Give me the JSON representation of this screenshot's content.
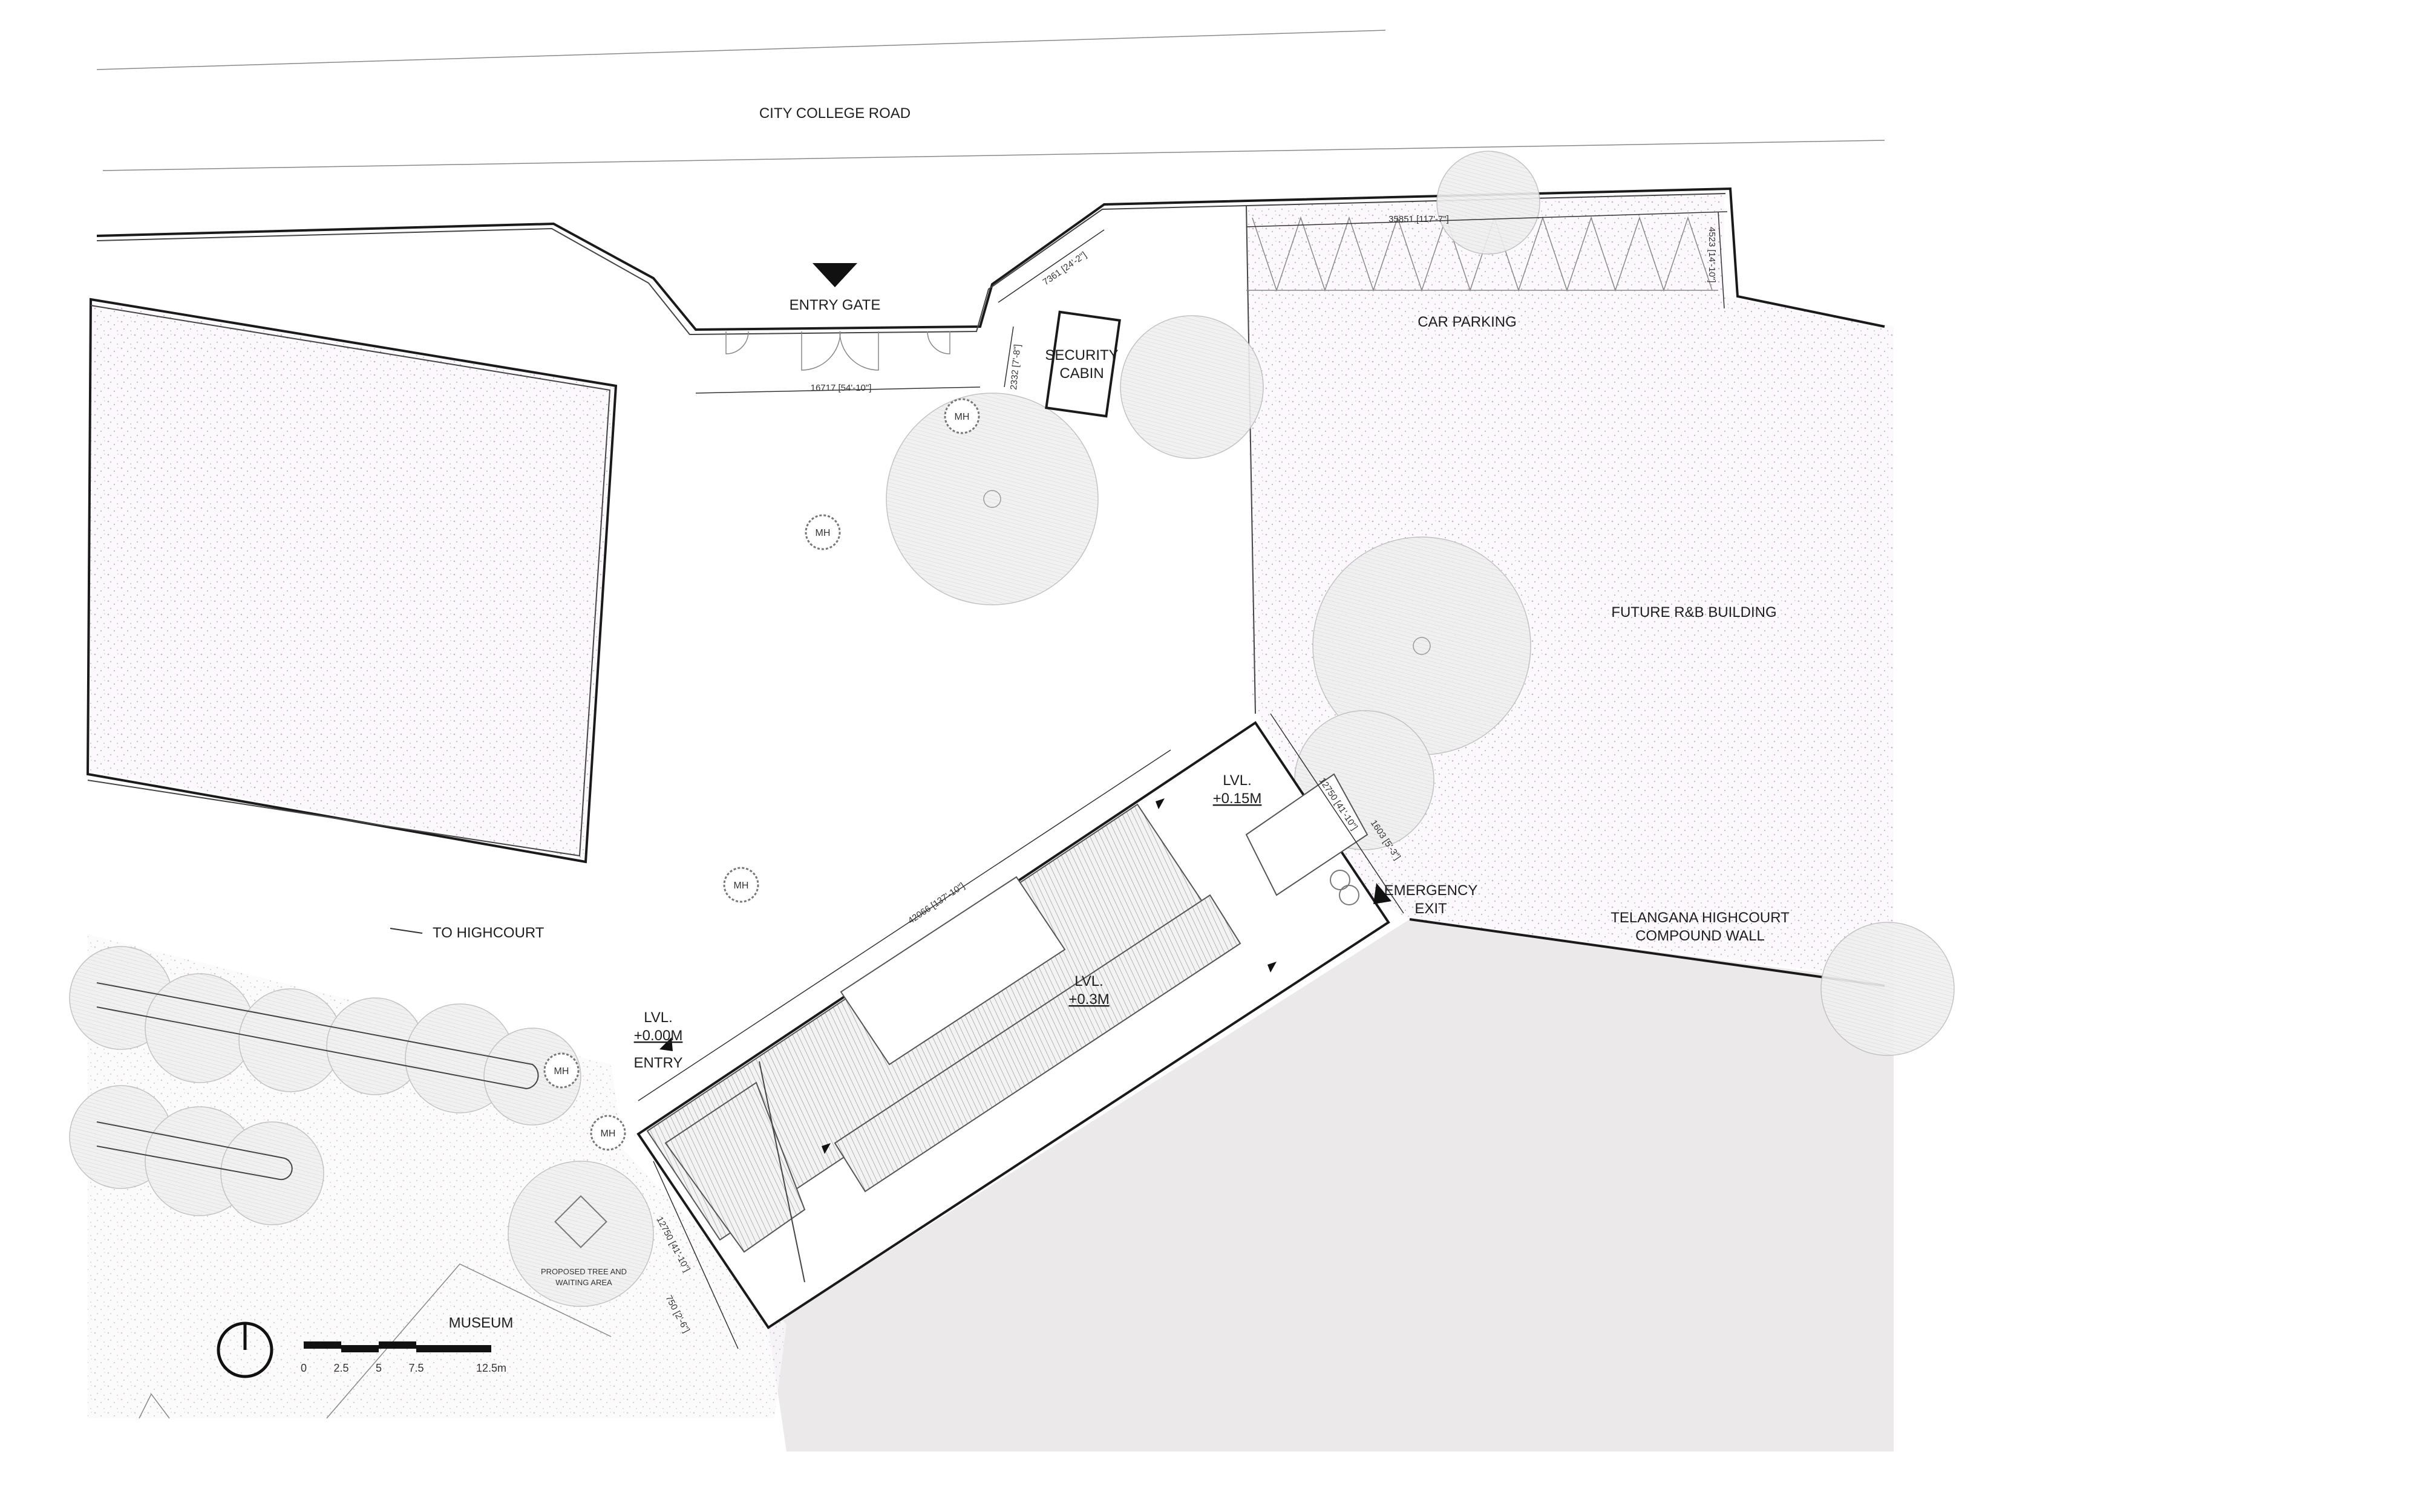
{
  "labels": {
    "road": "CITY COLLEGE ROAD",
    "entry_gate": "ENTRY GATE",
    "security_cabin_1": "SECURITY",
    "security_cabin_2": "CABIN",
    "car_parking": "CAR PARKING",
    "future_building": "FUTURE R&B BUILDING",
    "highcourt_wall_1": "TELANGANA HIGHCOURT",
    "highcourt_wall_2": "COMPOUND WALL",
    "emergency_exit_1": "EMERGENCY",
    "emergency_exit_2": "EXIT",
    "to_highcourt": "TO HIGHCOURT",
    "entry": "ENTRY",
    "museum": "MUSEUM",
    "proposed_tree_1": "PROPOSED TREE AND",
    "proposed_tree_2": "WAITING AREA",
    "manhole": "MH"
  },
  "levels": {
    "entry_lvl": "LVL.",
    "entry_value": "+0.00M",
    "upper_lvl": "LVL.",
    "upper_value": "+0.15M",
    "mid_lvl": "LVL.",
    "mid_value": "+0.3M"
  },
  "dimensions": {
    "gate_width": "16717 [54'-10\"]",
    "gate_return": "2332 [7'-8\"]",
    "wall_segment": "7361 [24'-2\"]",
    "parking_length": "35851 [117'-7\"]",
    "parking_depth": "4523 [14'-10\"]",
    "building_length": "42066 [137'-10\"]",
    "building_width_top": "12750 [41'-10\"]",
    "exit_offset": "1603 [5'-3\"]",
    "building_width_bottom": "12750 [41'-10\"]",
    "entry_offset": "750 [2'-6\"]"
  },
  "scale_bar": {
    "ticks": [
      "0",
      "2.5",
      "5",
      "7.5",
      "12.5m"
    ]
  },
  "colors": {
    "line": "#1a1a1a",
    "stipple": "#c9a9c9",
    "adjacent_site": "#ebe9ea",
    "tree_fill": "#ededed"
  }
}
